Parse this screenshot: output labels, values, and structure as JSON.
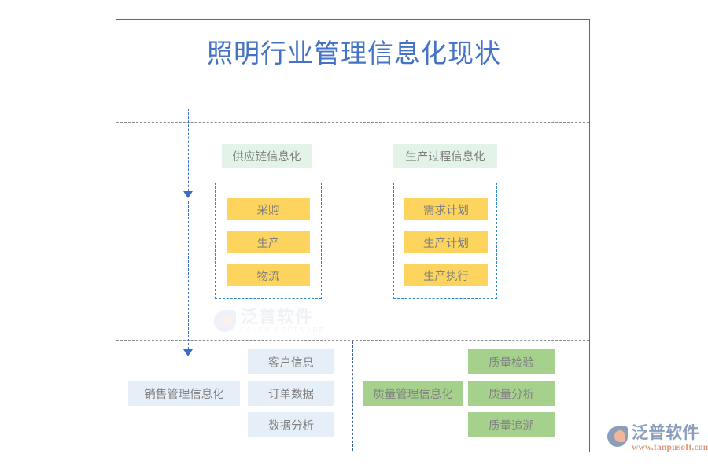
{
  "title": "照明行业管理信息化现状",
  "frame": {
    "border_color": "#3a6ec2"
  },
  "colors": {
    "title": "#4472c4",
    "frame_border": "#3a6ec2",
    "divider": "#8c8c8c",
    "flow_line": "#3a6ec2",
    "group_box_border": "#2e86c8",
    "chip_mint": "#e4f3e8",
    "chip_yellow": "#fcd45e",
    "chip_blue": "#e6eef8",
    "chip_green": "#a6d18c",
    "chip_text": "#808080"
  },
  "sections": {
    "supply_chain": {
      "label": "供应链信息化",
      "items": [
        "采购",
        "生产",
        "物流"
      ]
    },
    "production_process": {
      "label": "生产过程信息化",
      "items": [
        "需求计划",
        "生产计划",
        "生产执行"
      ]
    },
    "sales_management": {
      "label": "销售管理信息化",
      "items": [
        "客户信息",
        "订单数据",
        "数据分析"
      ]
    },
    "quality_management": {
      "label": "质量管理信息化",
      "items": [
        "质量检验",
        "质量分析",
        "质量追溯"
      ]
    }
  },
  "watermark": {
    "cn": "泛普软件",
    "en": "FANPU SOFTWARE"
  },
  "logo": {
    "cn": "泛普软件",
    "url": "www.fanpusoft.com"
  }
}
